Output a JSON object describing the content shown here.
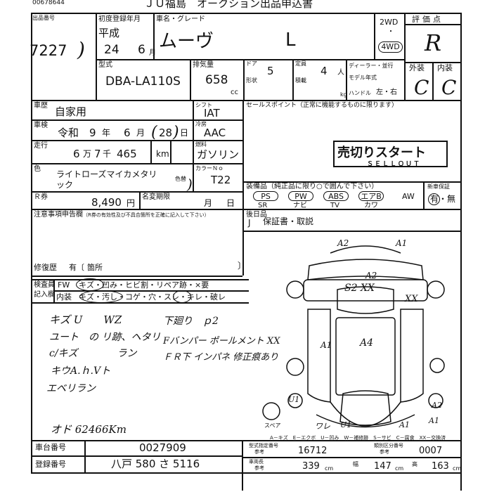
{
  "header": {
    "top_number": "00678644",
    "auction_title": "ＪＵ福島　オークション出品申込書",
    "lot_label": "出品番号",
    "lot_number": "7227"
  },
  "reg": {
    "label": "初度登録年月",
    "era": "平成",
    "year": "24",
    "month": "6",
    "month_unit": "月"
  },
  "car": {
    "label": "車名・グレード",
    "name": "ムーヴ",
    "grade": "L",
    "drive_2wd": "2WD",
    "drive_sep": "・",
    "drive_4wd": "4WD"
  },
  "rating": {
    "label": "評価点",
    "score": "R",
    "exterior_label": "外装",
    "interior_label": "内装",
    "exterior": "C",
    "interior": "C"
  },
  "model": {
    "label": "型式",
    "value": "DBA-LA110S"
  },
  "displacement": {
    "label": "排気量",
    "value": "658",
    "unit": "cc"
  },
  "doors": {
    "label": "ドア",
    "value": "5"
  },
  "seats": {
    "label": "定員",
    "value": "4",
    "unit": "人"
  },
  "shape": {
    "label": "形状"
  },
  "cargo": {
    "label": "積載",
    "unit": "kg"
  },
  "dealer": {
    "label": "ディーラー・並行"
  },
  "model_year": {
    "label": "モデル年式"
  },
  "handle": {
    "label": "ハンドル",
    "value": "左・右"
  },
  "usage": {
    "label": "車歴",
    "value": "自家用"
  },
  "inspection": {
    "label": "車検",
    "era": "令和",
    "year": "9",
    "year_unit": "年",
    "month": "6",
    "month_unit": "月",
    "day": "28",
    "day_unit": "日"
  },
  "shift": {
    "label": "シフト",
    "value": "IAT"
  },
  "ac": {
    "label": "冷房",
    "value": "AAC"
  },
  "mileage": {
    "label": "走行",
    "man": "6",
    "man_unit": "万",
    "sen": "7",
    "sen_unit": "千",
    "rest": "465",
    "unit": "km"
  },
  "fuel": {
    "label": "燃料",
    "value": "ガソリン"
  },
  "color": {
    "label": "色",
    "value_line1": "ライトローズマイカメタリ",
    "value_line2": "ック",
    "no_label": "色替",
    "code_label": "カラーＮｏ",
    "code": "T22"
  },
  "recycle": {
    "label": "Ｒ券",
    "value": "8,490",
    "unit": "円"
  },
  "name_change": {
    "label": "名変期限",
    "month_unit": "月",
    "day_unit": "日"
  },
  "sales_point": {
    "label": "セールスポイント（正常に機能するものに限ります）",
    "stamp_main": "売切りスタート",
    "stamp_sub": "ＳＥＬＬＯＵＴ"
  },
  "notes": {
    "label": "注意事項申告欄",
    "sub": "（R券の有効性及び不具合箇所を正確に記入して下さい）",
    "repair_label": "修復歴",
    "repair_value": "有〔",
    "repair_unit": "箇所"
  },
  "equipment": {
    "label": "装備品（純正品に限り○で囲んで下さい）",
    "items": [
      "PS",
      "PW",
      "ABS",
      "エアB",
      "AW"
    ],
    "sub": [
      "SR",
      "ナビ",
      "TV",
      "カワ"
    ]
  },
  "new_car_warranty": {
    "label": "新車保証",
    "value": "有・無"
  },
  "extras": {
    "label": "後日品",
    "check": "J",
    "value": "保証書・取説"
  },
  "inspector": {
    "label1": "検査員",
    "label2": "記入欄",
    "fw": "FW",
    "fw_items": "キズ・凹み・ヒビ割・リペア跡・×要",
    "in": "内装",
    "in_items": "キズ・汚し・コゲ・穴・スレ・キレ・破レ"
  },
  "handwriting": [
    "キズ U　　WZ",
    "ユート　の リ跡、ヘタリ",
    "c/キズ　　　　ラン",
    "キウA.ｈ.Vト",
    "エベリラン",
    "下廻り　ｐ2",
    "Fバンパー ポールメント XX",
    "ＦＲ下 インパネ 修正痕あり",
    "オド 62466Km"
  ],
  "diagram": {
    "marks": [
      "A2",
      "A1",
      "A2",
      "S2 XX",
      "XX",
      "A1",
      "A4",
      "U1",
      "A2",
      "A1",
      "A1",
      "ワレ",
      "U1"
    ],
    "spare_label": "スペア",
    "legend": "A－キズ　E－エクボ　U－凹み　W－補修跡　S－サビ　C－腐食　XX－交換済"
  },
  "footer": {
    "chassis_label": "車台番号",
    "chassis": "0027909",
    "plate_label": "登録番号",
    "plate": "八戸 580 さ 5116",
    "model_no_label": "型式指定番号",
    "model_no": "16712",
    "type_no_label": "類別区分番号",
    "type_no": "0007",
    "len_label": "車両長",
    "len": "339",
    "width_label": "幅",
    "width": "147",
    "height_label": "高",
    "height": "163",
    "unit": "cm",
    "ref_label": "参考"
  }
}
